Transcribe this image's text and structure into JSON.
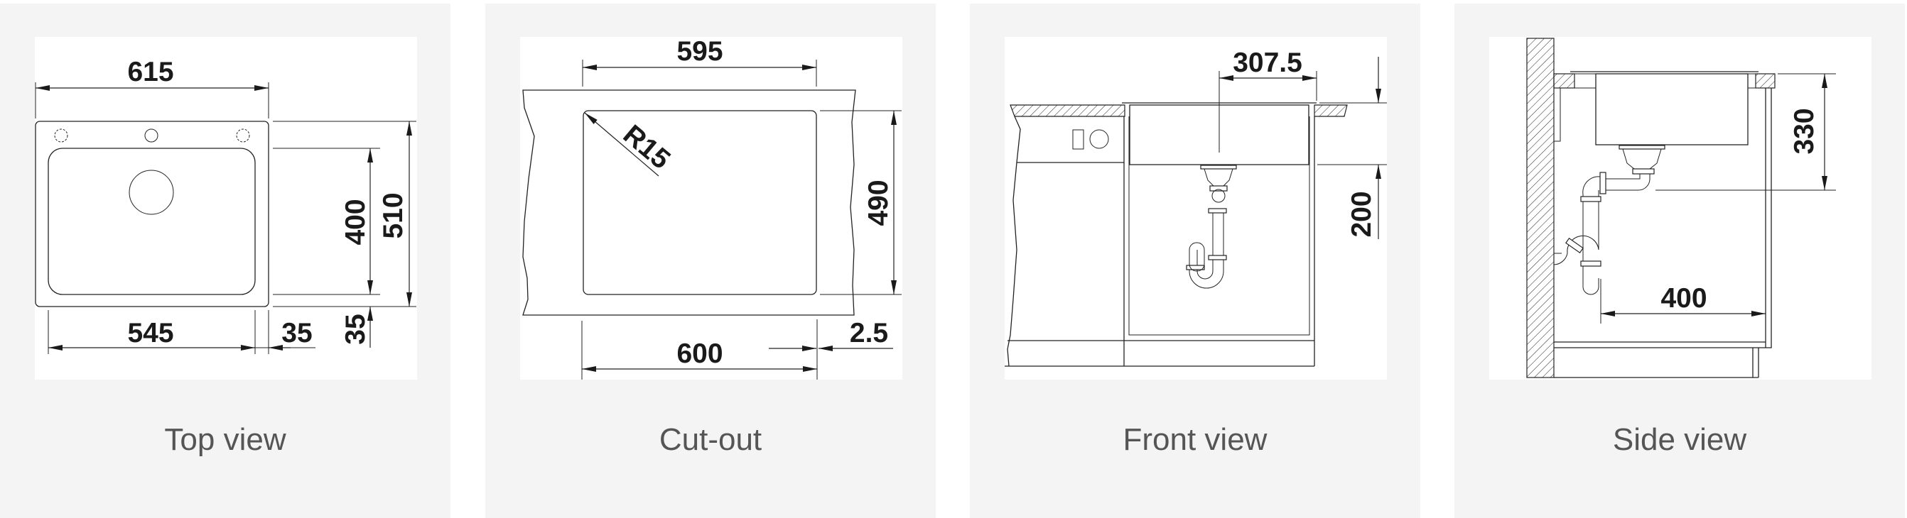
{
  "panels": [
    {
      "label": "Top view",
      "dims": {
        "overall_width": "615",
        "bowl_width": "545",
        "overall_depth": "510",
        "bowl_depth": "400",
        "rear_margin": "35",
        "side_margin": "35"
      }
    },
    {
      "label": "Cut-out",
      "dims": {
        "top_width": "595",
        "bottom_width": "600",
        "depth": "490",
        "radius": "R15",
        "offset": "2.5"
      }
    },
    {
      "label": "Front view",
      "dims": {
        "drain_offset": "307.5",
        "bowl_depth": "200"
      }
    },
    {
      "label": "Side view",
      "dims": {
        "height": "330",
        "wall_distance": "400"
      }
    }
  ]
}
